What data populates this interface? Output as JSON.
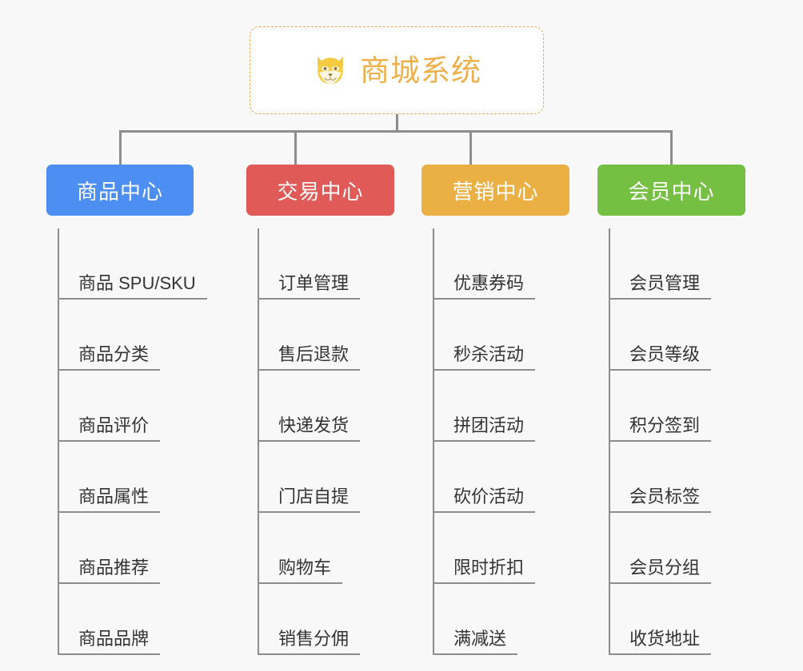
{
  "background_color": "#f8f8f8",
  "root": {
    "title": "商城系统",
    "icon": "shiba-dog-face-icon",
    "text_color": "#eeb04b",
    "border_color": "#e8ab49",
    "background_color": "#ffffff"
  },
  "connector_color": "#8d8d8d",
  "branches": [
    {
      "label": "商品中心",
      "color": "#4d8ef2",
      "items": [
        "商品 SPU/SKU",
        "商品分类",
        "商品评价",
        "商品属性",
        "商品推荐",
        "商品品牌"
      ]
    },
    {
      "label": "交易中心",
      "color": "#e05a57",
      "items": [
        "订单管理",
        "售后退款",
        "快递发货",
        "门店自提",
        "购物车",
        "销售分佣"
      ]
    },
    {
      "label": "营销中心",
      "color": "#eab044",
      "items": [
        "优惠券码",
        "秒杀活动",
        "拼团活动",
        "砍价活动",
        "限时折扣",
        "满减送"
      ]
    },
    {
      "label": "会员中心",
      "color": "#75c043",
      "items": [
        "会员管理",
        "会员等级",
        "积分签到",
        "会员标签",
        "会员分组",
        "收货地址"
      ]
    }
  ]
}
